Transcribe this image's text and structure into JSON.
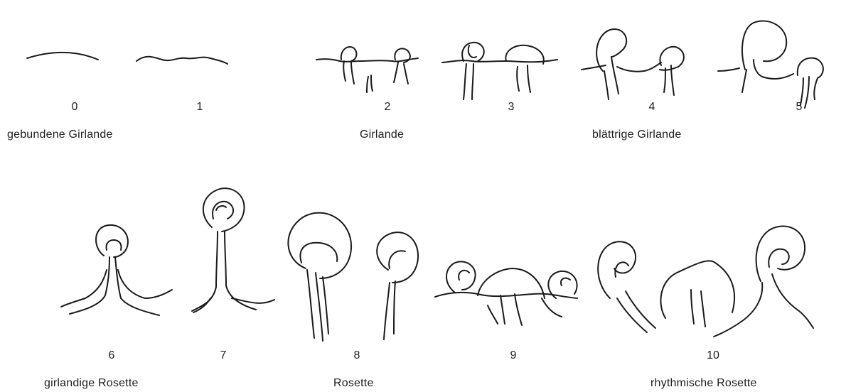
{
  "figures": [
    {
      "id": "0",
      "number": "0"
    },
    {
      "id": "1",
      "number": "1"
    },
    {
      "id": "2",
      "number": "2"
    },
    {
      "id": "3",
      "number": "3"
    },
    {
      "id": "4",
      "number": "4"
    },
    {
      "id": "5",
      "number": "5"
    },
    {
      "id": "6",
      "number": "6"
    },
    {
      "id": "7",
      "number": "7"
    },
    {
      "id": "8",
      "number": "8"
    },
    {
      "id": "9",
      "number": "9"
    },
    {
      "id": "10",
      "number": "10"
    }
  ],
  "groups": [
    {
      "label": "gebundene Girlande"
    },
    {
      "label": "Girlande"
    },
    {
      "label": "blättrige Girlande"
    },
    {
      "label": "girlandige Rosette"
    },
    {
      "label": "Rosette"
    },
    {
      "label": "rhythmische Rosette"
    }
  ]
}
